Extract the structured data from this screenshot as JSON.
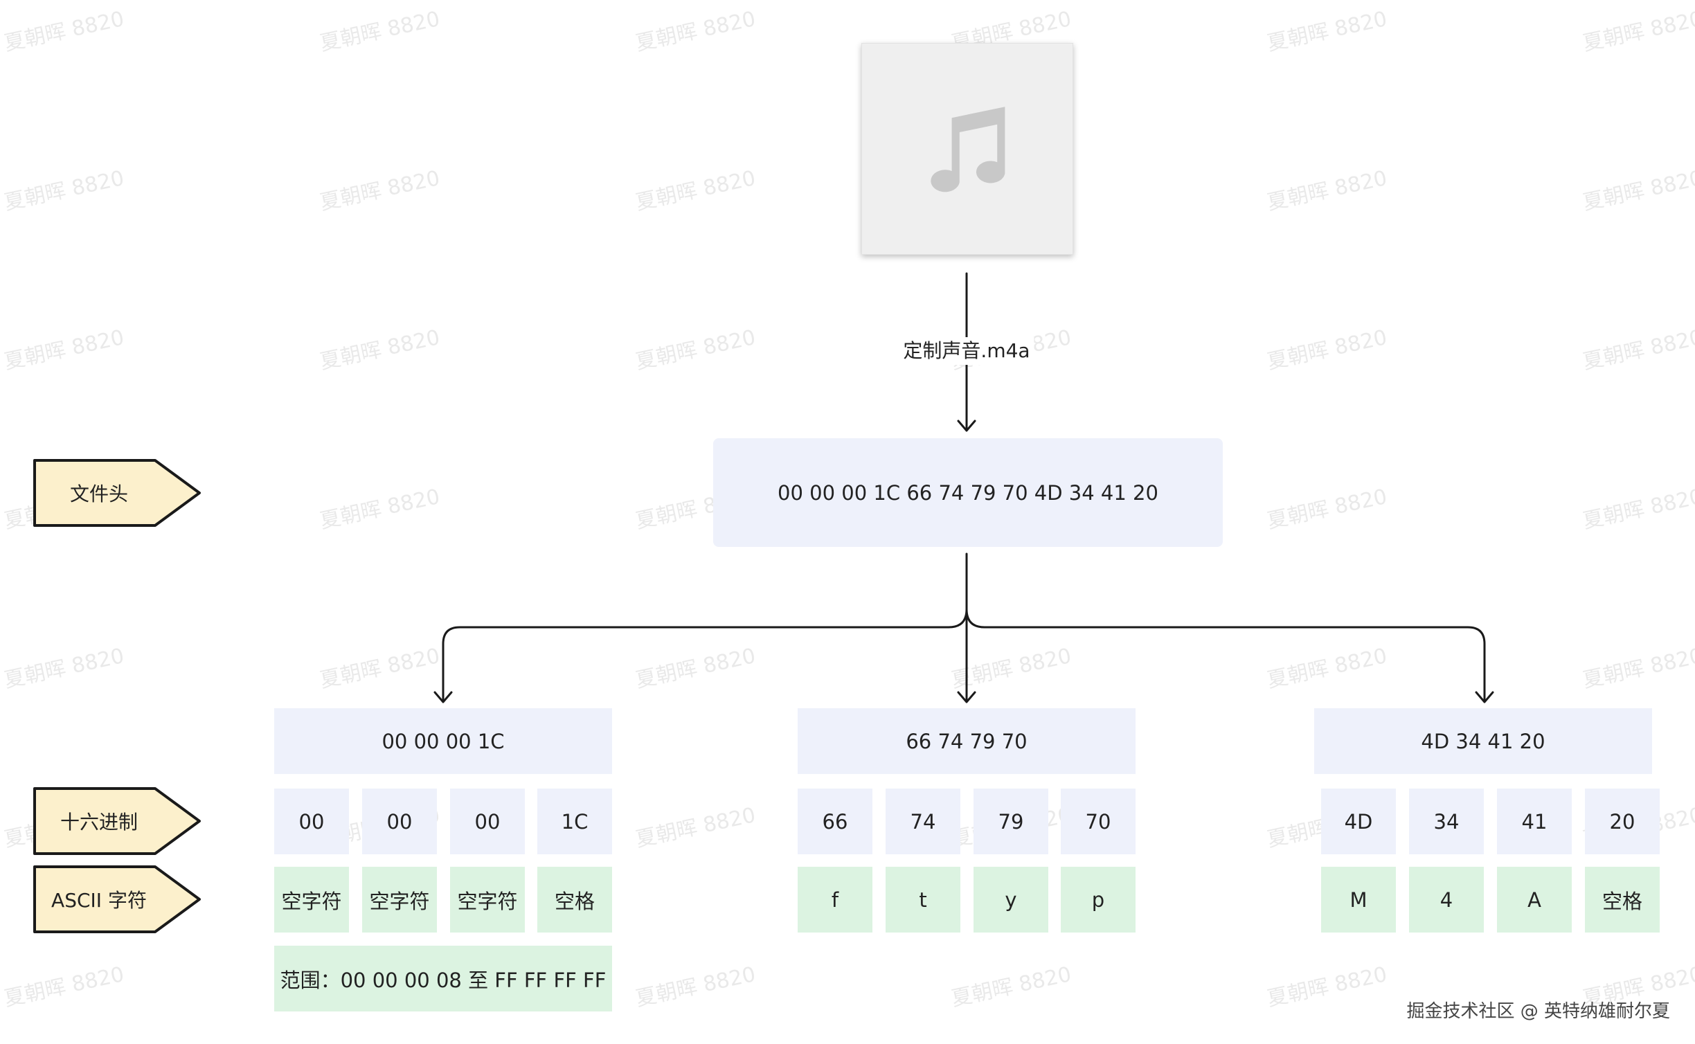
{
  "watermark": {
    "text": "夏朝晖 8820"
  },
  "file": {
    "icon": "music-note-icon",
    "filename": "定制声音.m4a"
  },
  "header_hex": "00 00 00 1C 66 74 79 70 4D 34 41 20",
  "row_tags": [
    "文件头",
    "十六进制",
    "ASCII 字符"
  ],
  "groups": [
    {
      "hex": "00 00 00 1C",
      "bytes": [
        "00",
        "00",
        "00",
        "1C"
      ],
      "ascii": [
        "空字符",
        "空字符",
        "空字符",
        "空格"
      ],
      "range": "范围：00 00 00 08 至 FF FF FF FF"
    },
    {
      "hex": "66 74 79 70",
      "bytes": [
        "66",
        "74",
        "79",
        "70"
      ],
      "ascii": [
        "f",
        "t",
        "y",
        "p"
      ]
    },
    {
      "hex": "4D 34 41 20",
      "bytes": [
        "4D",
        "34",
        "41",
        "20"
      ],
      "ascii": [
        "M",
        "4",
        "A",
        "空格"
      ]
    }
  ],
  "credit": "掘金技术社区 @ 英特纳雄耐尔夏",
  "colors": {
    "hex_box": "#eef1fb",
    "ascii_box": "#dcf3e1",
    "tag_fill": "#fcf0cc",
    "line": "#1a1a1a"
  }
}
